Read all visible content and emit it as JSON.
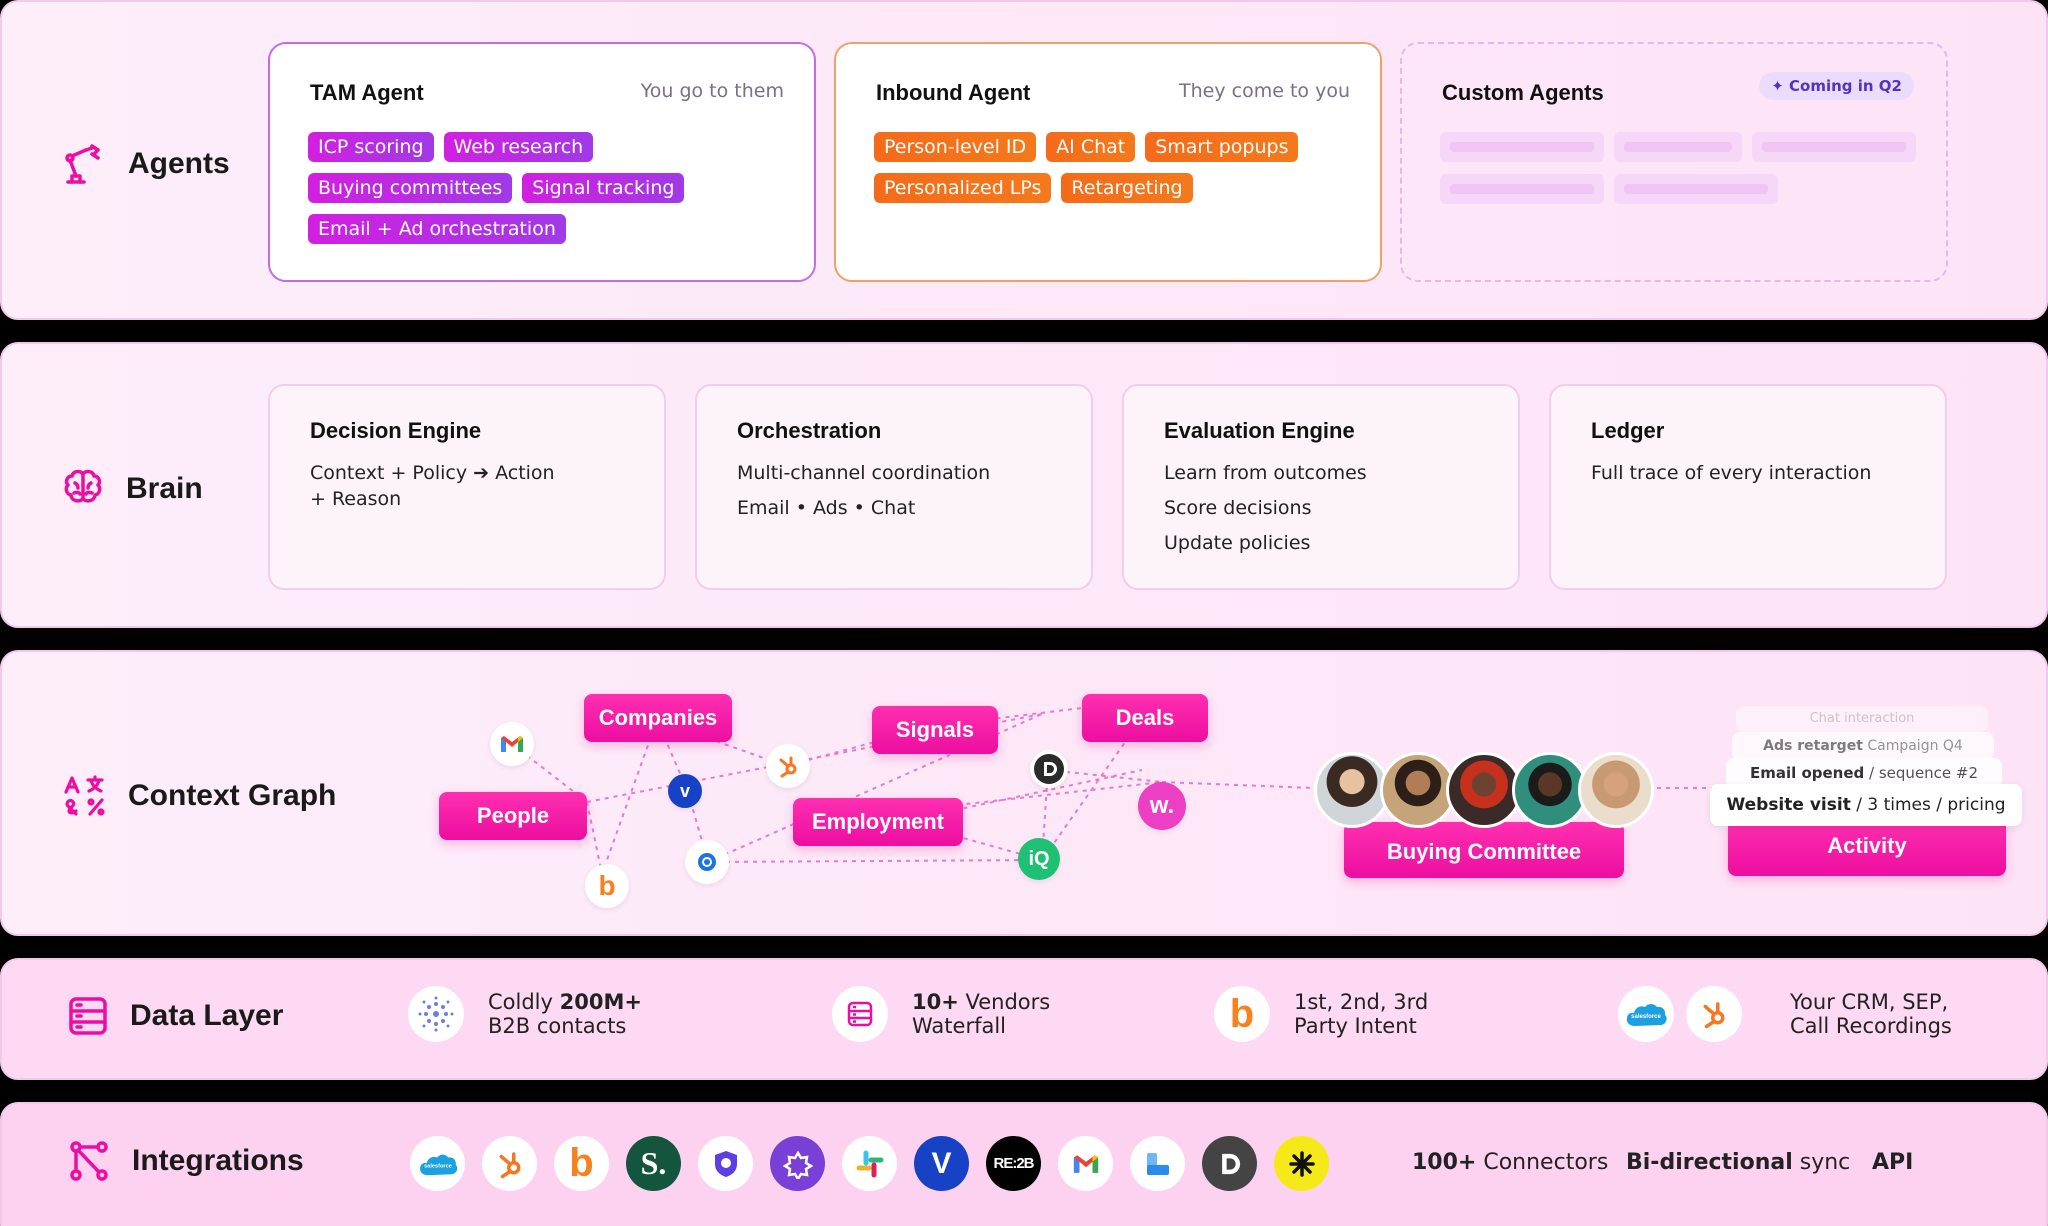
{
  "agents": {
    "label": "Agents",
    "tam": {
      "title": "TAM Agent",
      "subtitle": "You go to them",
      "chips": [
        "ICP scoring",
        "Web research",
        "Buying committees",
        "Signal tracking",
        "Email + Ad orchestration"
      ]
    },
    "inbound": {
      "title": "Inbound Agent",
      "subtitle": "They come to you",
      "chips": [
        "Person-level ID",
        "AI Chat",
        "Smart popups",
        "Personalized LPs",
        "Retargeting"
      ]
    },
    "custom": {
      "title": "Custom Agents",
      "badge": "Coming in Q2"
    }
  },
  "brain": {
    "label": "Brain",
    "cards": [
      {
        "title": "Decision Engine",
        "lines": [
          "Context + Policy ➔ Action",
          "+ Reason"
        ]
      },
      {
        "title": "Orchestration",
        "lines": [
          "Multi-channel coordination",
          "Email • Ads • Chat"
        ]
      },
      {
        "title": "Evaluation Engine",
        "lines": [
          "Learn from outcomes",
          "Score decisions",
          "Update policies"
        ]
      },
      {
        "title": "Ledger",
        "lines": [
          "Full trace of every interaction"
        ]
      }
    ]
  },
  "context_graph": {
    "label": "Context Graph",
    "nodes": {
      "companies": "Companies",
      "people": "People",
      "signals": "Signals",
      "employment": "Employment",
      "deals": "Deals"
    },
    "buying_committee": "Buying Committee",
    "activity": {
      "label": "Activity",
      "chat": "Chat interaction",
      "ads_bold": "Ads retarget",
      "ads_rest": "Campaign Q4",
      "email_bold": "Email opened",
      "email_rest": "/ sequence #2",
      "visit_bold": "Website visit",
      "visit_rest": "/ 3 times / pricing"
    },
    "icons": [
      "gmail-icon",
      "hubspot-icon",
      "vector-icon",
      "bombora-icon",
      "circle-icon",
      "d-icon",
      "w-icon",
      "iq-icon"
    ]
  },
  "data_layer": {
    "label": "Data Layer",
    "items": [
      {
        "pre": "Coldly ",
        "bold": "200M+",
        "line2": "B2B contacts"
      },
      {
        "pre": "",
        "bold": "10+",
        "post": " Vendors",
        "line2": "Waterfall"
      },
      {
        "line1": "1st, 2nd, 3rd",
        "line2": "Party Intent"
      },
      {
        "line1": "Your CRM, SEP,",
        "line2": "Call Recordings"
      }
    ]
  },
  "integrations": {
    "label": "Integrations",
    "connectors_bold": "100+",
    "connectors_rest": " Connectors",
    "sync_bold": "Bi-directional",
    "sync_rest": " sync",
    "api": "API",
    "icons": [
      "salesforce-icon",
      "hubspot-icon",
      "bombora-icon",
      "s-icon",
      "shield-icon",
      "puzzle-icon",
      "slack-icon",
      "vector-icon",
      "reb2b-icon",
      "gmail-icon",
      "l-icon",
      "d-icon",
      "asterisk-icon"
    ]
  },
  "colors": {
    "accent": "#ec0ea0",
    "purple": "#a03ae6",
    "orange": "#f56a1a",
    "band": "#fde8f7"
  }
}
